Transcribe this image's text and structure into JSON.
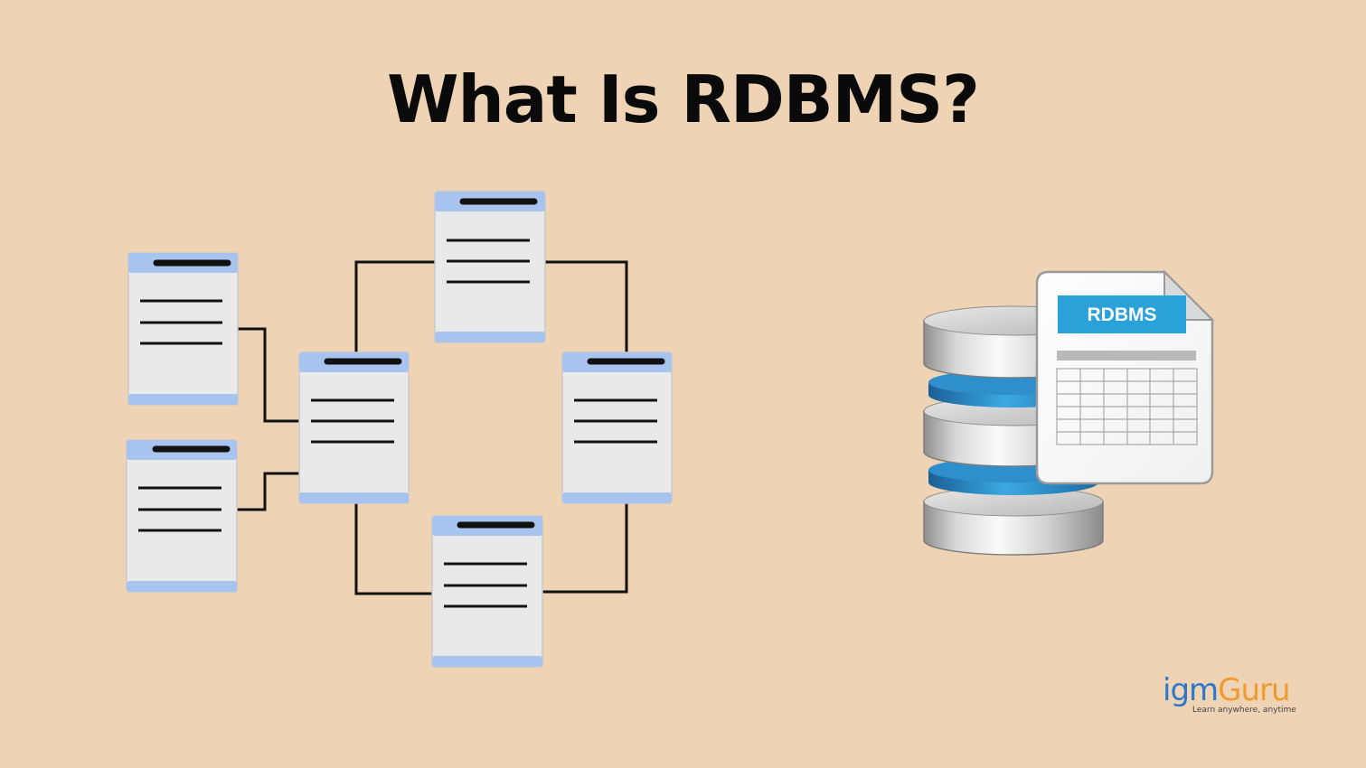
{
  "title": "What Is RDBMS?",
  "document_label": "RDBMS",
  "logo": {
    "brand_part1": "igm",
    "brand_part2": "Guru",
    "tagline": "Learn anywhere, anytime"
  },
  "colors": {
    "background": "#eed3b5",
    "table_header": "#a9c3ef",
    "table_body": "#e9e9ea",
    "document_banner": "#2aa1d8",
    "logo_blue": "#2f78c9",
    "logo_orange": "#f19a2e"
  }
}
